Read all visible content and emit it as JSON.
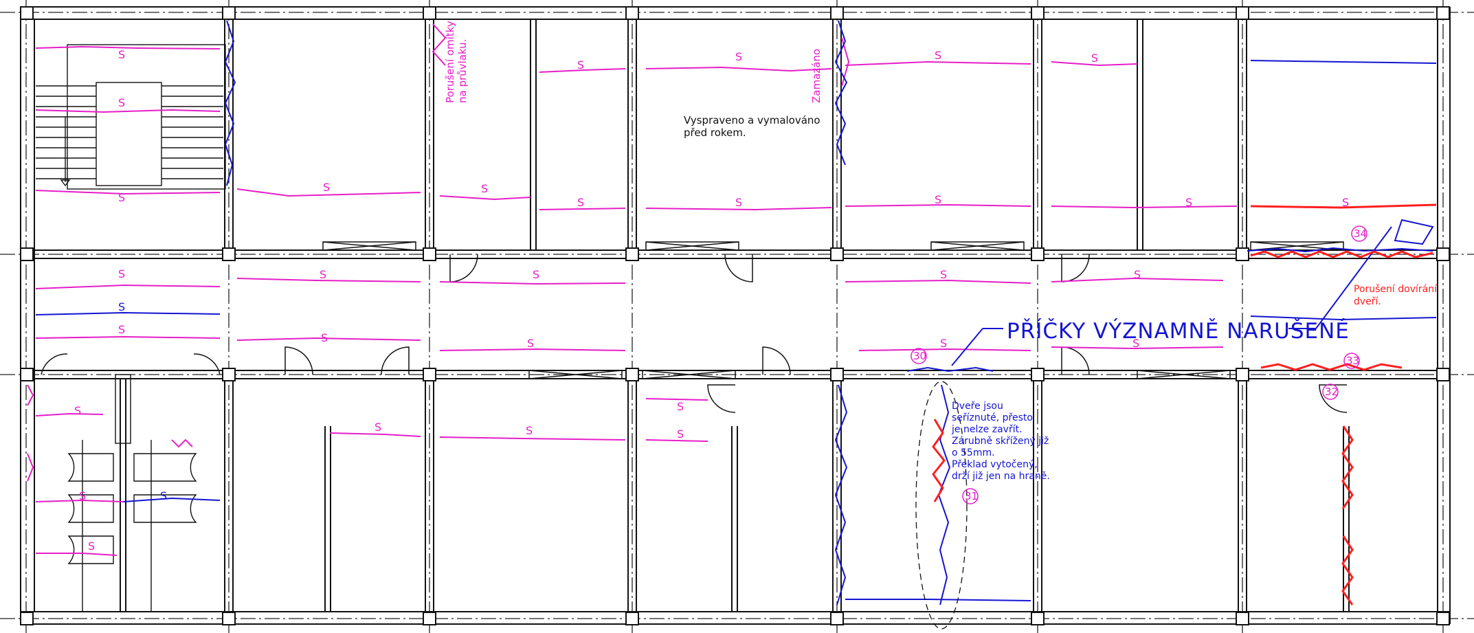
{
  "annotations": {
    "plaster_damage": "Porušení omítky na průvlaku.",
    "plaster_damage_line1": "Porušení omítky",
    "plaster_damage_line2": "na průvlaku.",
    "plastered": "Zamazáno",
    "repaired_line1": "Vyspraveno a vymalováno",
    "repaired_line2": "před rokem.",
    "partitions_damaged": "PŘÍČKY VÝZNAMNĚ NARUŠENÉ",
    "door_closing_line1": "Porušení dovírání",
    "door_closing_line2": "dveří.",
    "door_note": [
      "Dveře jsou",
      "seříznuté, přesto",
      "je nelze zavřít.",
      "Zárubně skřížený již",
      "o 55mm.",
      "Překlad vytočený,",
      "drží již jen na hraně."
    ]
  },
  "markers": {
    "m30": "30",
    "m31": "31",
    "m32": "32",
    "m33": "33",
    "m34": "34"
  },
  "crack_symbol": "S",
  "colors": {
    "magenta": "#e61ec8",
    "blue": "#1414d2",
    "red": "#ff1e1e",
    "structure": "#111111"
  }
}
